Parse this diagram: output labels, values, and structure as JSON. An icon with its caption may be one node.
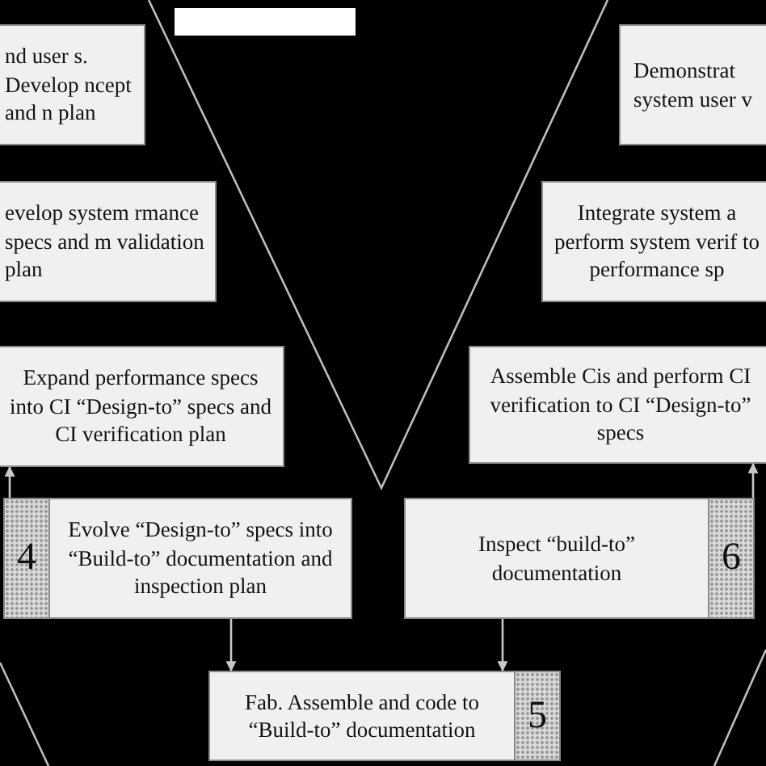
{
  "diagram": {
    "nodes": [
      {
        "text": [
          "nd user s. Develop ncept and n plan"
        ]
      },
      {
        "text": [
          "Demonstrat system user v"
        ]
      },
      {
        "text": [
          "evelop system rmance specs and m validation plan"
        ]
      },
      {
        "text": [
          "Integrate system a perform system verif to performance sp"
        ]
      },
      {
        "text": [
          "Expand performance specs into CI “Design-to” specs and CI verification plan"
        ]
      },
      {
        "text": [
          "Assemble Cis and perform CI verification to CI “Design-to” specs"
        ]
      },
      {
        "text": [
          "4",
          "Evolve “Design-to” specs into “Build-to” documentation and inspection plan"
        ]
      },
      {
        "text": [
          "Inspect “build-to” documentation",
          "6"
        ]
      },
      {
        "text": [
          "Fab. Assemble and code to “Build-to” documentation",
          "5"
        ]
      }
    ],
    "edges": [
      {
        "from": 6,
        "to": 4,
        "arrow": "to"
      },
      {
        "from": 6,
        "to": 8,
        "arrow": "to"
      },
      {
        "from": 7,
        "to": 8,
        "arrow": "to"
      },
      {
        "from": 7,
        "to": 5,
        "arrow": "to"
      }
    ]
  }
}
